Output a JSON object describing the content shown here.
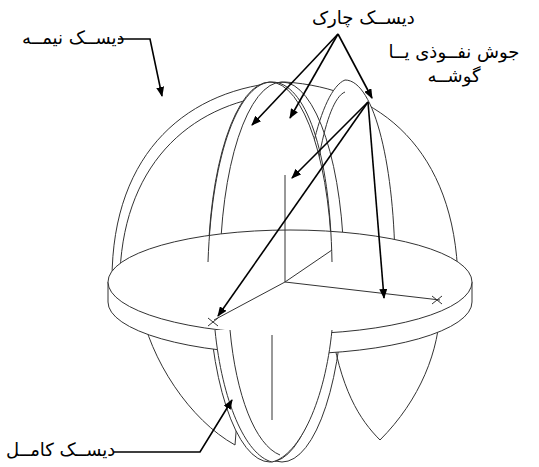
{
  "diagram": {
    "labels": [
      "دیســک چارک",
      "دیســک نیمــه",
      "جوش نفــوذی یــا گوشــه",
      "دیســک کامــل"
    ]
  }
}
